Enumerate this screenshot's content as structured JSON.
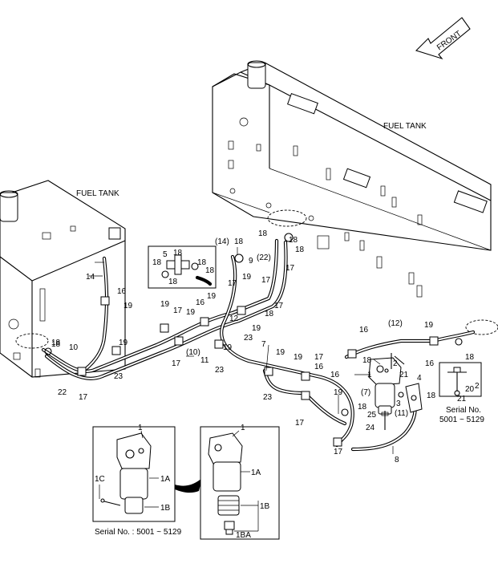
{
  "labels": {
    "front": "FRONT",
    "fuel_tank_right": "FUEL TANK",
    "fuel_tank_left": "FUEL TANK",
    "serial_right_line1": "Serial No.",
    "serial_right_line2": "5001 ~ 5129",
    "serial_left": "Serial No. : 5001 ~ 5129"
  },
  "callouts": [
    {
      "id": "c18a",
      "text": "18"
    },
    {
      "id": "c14p",
      "text": "(14)"
    },
    {
      "id": "c18b",
      "text": "18"
    },
    {
      "id": "c18c",
      "text": "18"
    },
    {
      "id": "c18d",
      "text": "18"
    },
    {
      "id": "c9",
      "text": "9"
    },
    {
      "id": "c22p",
      "text": "(22)"
    },
    {
      "id": "c17a",
      "text": "17"
    },
    {
      "id": "c18e",
      "text": "18"
    },
    {
      "id": "c5",
      "text": "5"
    },
    {
      "id": "c18f",
      "text": "18"
    },
    {
      "id": "c18g",
      "text": "18"
    },
    {
      "id": "c18h",
      "text": "18"
    },
    {
      "id": "c18i",
      "text": "18"
    },
    {
      "id": "c17b",
      "text": "17"
    },
    {
      "id": "c19a",
      "text": "19"
    },
    {
      "id": "c17c",
      "text": "17"
    },
    {
      "id": "c14",
      "text": "14"
    },
    {
      "id": "c16a",
      "text": "16"
    },
    {
      "id": "c19b",
      "text": "19"
    },
    {
      "id": "c19c",
      "text": "19"
    },
    {
      "id": "c17d",
      "text": "17"
    },
    {
      "id": "c19d",
      "text": "19"
    },
    {
      "id": "c19e",
      "text": "19"
    },
    {
      "id": "c16b",
      "text": "16"
    },
    {
      "id": "c17e",
      "text": "17"
    },
    {
      "id": "c18j",
      "text": "18"
    },
    {
      "id": "c12",
      "text": "12"
    },
    {
      "id": "c19f",
      "text": "19"
    },
    {
      "id": "c23a",
      "text": "23"
    },
    {
      "id": "c7",
      "text": "7"
    },
    {
      "id": "c18k",
      "text": "18"
    },
    {
      "id": "c10",
      "text": "10"
    },
    {
      "id": "c19g",
      "text": "19"
    },
    {
      "id": "c17f",
      "text": "17"
    },
    {
      "id": "c10p",
      "text": "(10)"
    },
    {
      "id": "c11",
      "text": "11"
    },
    {
      "id": "c23b",
      "text": "23"
    },
    {
      "id": "c19h",
      "text": "19"
    },
    {
      "id": "c16c",
      "text": "16"
    },
    {
      "id": "c12p",
      "text": "(12)"
    },
    {
      "id": "c19i",
      "text": "19"
    },
    {
      "id": "c18l",
      "text": "18"
    },
    {
      "id": "c2a",
      "text": "2"
    },
    {
      "id": "c16d",
      "text": "16"
    },
    {
      "id": "c18m",
      "text": "18"
    },
    {
      "id": "c1",
      "text": "1"
    },
    {
      "id": "c16e",
      "text": "16"
    },
    {
      "id": "c21a",
      "text": "21"
    },
    {
      "id": "c4",
      "text": "4"
    },
    {
      "id": "c19j",
      "text": "19"
    },
    {
      "id": "c16f",
      "text": "16"
    },
    {
      "id": "c7p",
      "text": "(7)"
    },
    {
      "id": "c3",
      "text": "3"
    },
    {
      "id": "c2b",
      "text": "2"
    },
    {
      "id": "c18n",
      "text": "18"
    },
    {
      "id": "c20",
      "text": "20"
    },
    {
      "id": "c21b",
      "text": "21"
    },
    {
      "id": "c18o",
      "text": "18"
    },
    {
      "id": "c11p",
      "text": "(11)"
    },
    {
      "id": "c25",
      "text": "25"
    },
    {
      "id": "c24",
      "text": "24"
    },
    {
      "id": "c17g",
      "text": "17"
    },
    {
      "id": "c17h",
      "text": "17"
    },
    {
      "id": "c8",
      "text": "8"
    },
    {
      "id": "c18p",
      "text": "18"
    },
    {
      "id": "c22",
      "text": "22"
    },
    {
      "id": "c17i",
      "text": "17"
    },
    {
      "id": "c23c",
      "text": "23"
    },
    {
      "id": "c19k",
      "text": "19"
    },
    {
      "id": "c19l",
      "text": "19"
    },
    {
      "id": "c23d",
      "text": "23"
    },
    {
      "id": "c17j",
      "text": "17"
    },
    {
      "id": "c1_left",
      "text": "1"
    },
    {
      "id": "c1A_left",
      "text": "1A"
    },
    {
      "id": "c1C_left",
      "text": "1C"
    },
    {
      "id": "c1B_left",
      "text": "1B"
    },
    {
      "id": "c1_right",
      "text": "1"
    },
    {
      "id": "c1A_right",
      "text": "1A"
    },
    {
      "id": "c1B_right",
      "text": "1B"
    },
    {
      "id": "c1BA_right",
      "text": "1BA"
    }
  ]
}
